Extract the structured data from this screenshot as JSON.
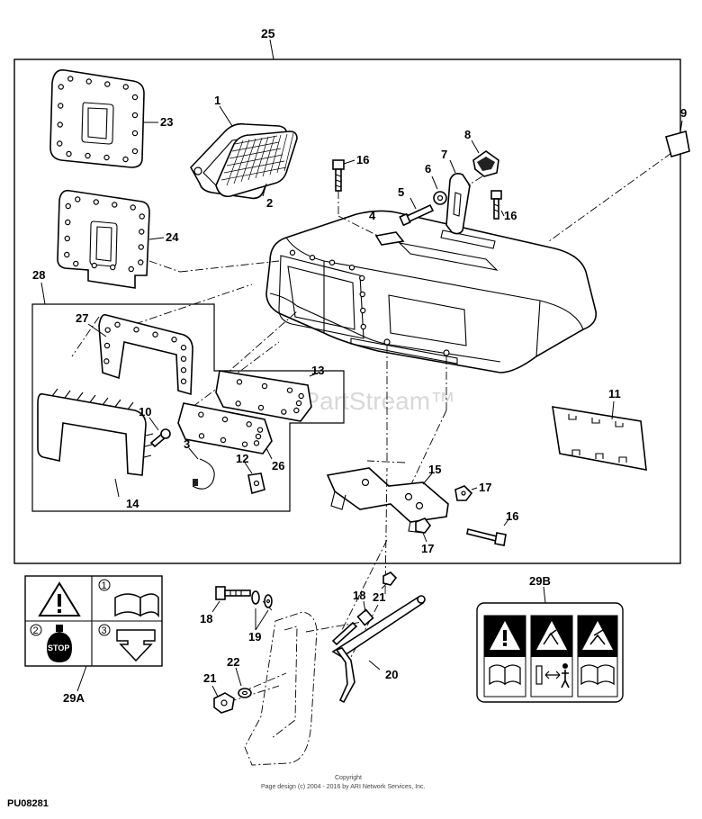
{
  "diagram": {
    "watermark": "ARI PartStream™",
    "footer": {
      "copyright": "Copyright",
      "page_design": "Page design (c) 2004 - 2016 by ARI Network Services, Inc.",
      "figure_id": "PU08281"
    },
    "callouts": {
      "c1": "1",
      "c2": "2",
      "c3": "3",
      "c4": "4",
      "c5": "5",
      "c6": "6",
      "c7": "7",
      "c8": "8",
      "c9": "9",
      "c10": "10",
      "c11": "11",
      "c12": "12",
      "c13": "13",
      "c14": "14",
      "c15": "15",
      "c16a": "16",
      "c16b": "16",
      "c16c": "16",
      "c17a": "17",
      "c17b": "17",
      "c18a": "18",
      "c18b": "18",
      "c19": "19",
      "c20": "20",
      "c21a": "21",
      "c21b": "21",
      "c22": "22",
      "c23": "23",
      "c24": "24",
      "c25": "25",
      "c26": "26",
      "c27": "27",
      "c28": "28",
      "c29a": "29A",
      "c29b": "29B"
    },
    "decal_29a": {
      "stop_text": "STOP",
      "step1": "1",
      "step2": "2",
      "step3": "3"
    }
  }
}
